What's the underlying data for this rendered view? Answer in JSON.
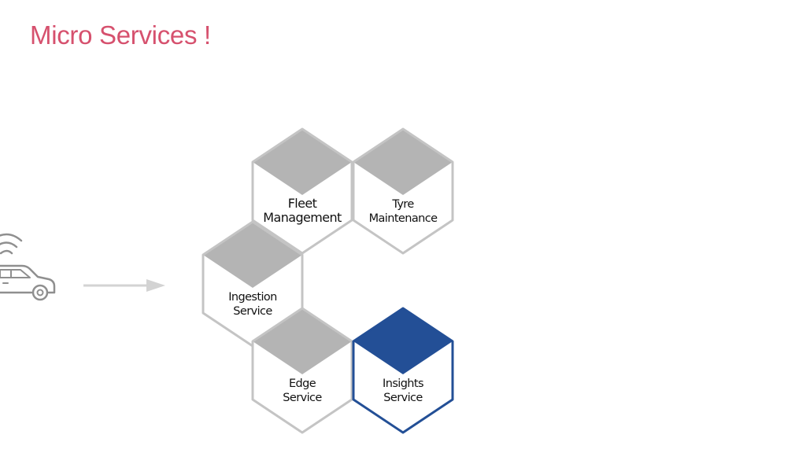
{
  "slide": {
    "title": "Micro Services !"
  },
  "colors": {
    "title": "#d6516e",
    "cube_top": "#b4b4b4",
    "cube_side": "#ffffff",
    "cube_edge": "#c4c4c4",
    "highlight": "#234f96",
    "arrow": "#d3d3d3",
    "car_stroke": "#8f8f8f",
    "label": "#111111"
  },
  "icons": {
    "vehicle": "connected-car-icon",
    "flow": "arrow-right-icon"
  },
  "services": [
    {
      "name": "fleet-management",
      "lines": [
        "Fleet",
        "Management"
      ],
      "highlighted": false
    },
    {
      "name": "tyre-maintenance",
      "lines": [
        "Tyre",
        "Maintenance"
      ],
      "highlighted": false
    },
    {
      "name": "ingestion-service",
      "lines": [
        "Ingestion",
        "Service"
      ],
      "highlighted": false
    },
    {
      "name": "edge-service",
      "lines": [
        "Edge",
        "Service"
      ],
      "highlighted": false
    },
    {
      "name": "insights-service",
      "lines": [
        "Insights",
        "Service"
      ],
      "highlighted": true
    }
  ]
}
